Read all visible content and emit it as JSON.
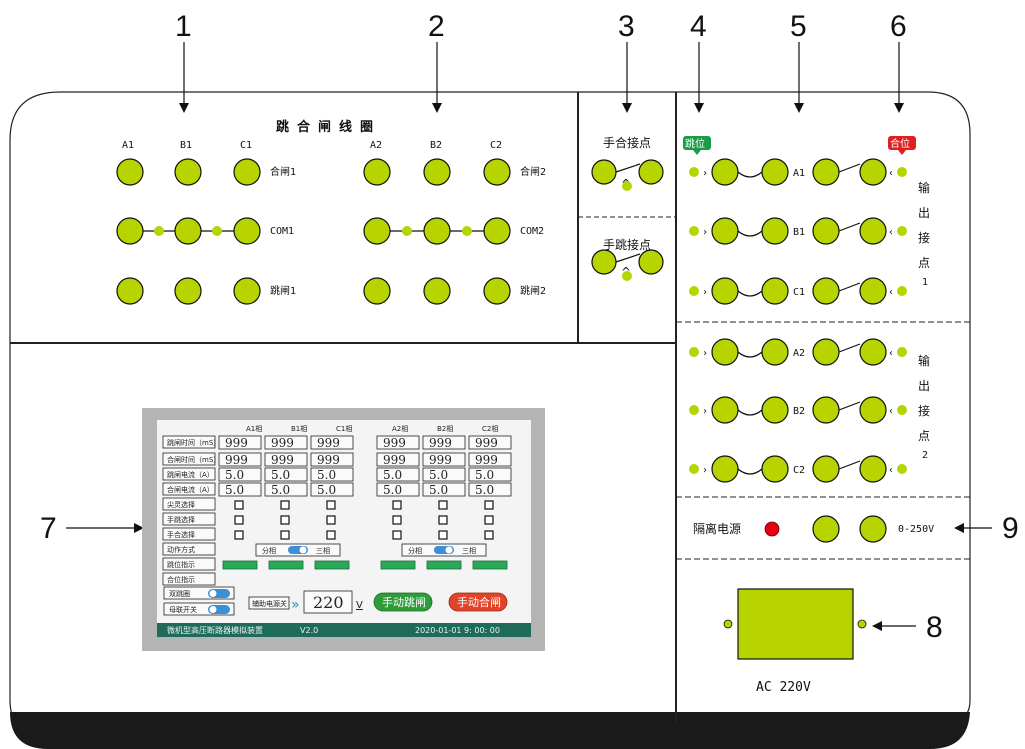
{
  "callouts": [
    "1",
    "2",
    "3",
    "4",
    "5",
    "6",
    "7",
    "8",
    "9"
  ],
  "coil_panel": {
    "title": "跳合闸线圈",
    "group1": {
      "cols": [
        "A1",
        "B1",
        "C1"
      ],
      "rows": [
        "合闸1",
        "COM1",
        "跳闸1"
      ]
    },
    "group2": {
      "cols": [
        "A2",
        "B2",
        "C2"
      ],
      "rows": [
        "合闸2",
        "COM2",
        "跳闸2"
      ]
    }
  },
  "manual_panel": {
    "close_label": "手合接点",
    "trip_label": "手跳接点"
  },
  "output_panel": {
    "trip_badge": "跳位",
    "close_badge": "合位",
    "rows1": [
      "A1",
      "B1",
      "C1"
    ],
    "rows2": [
      "A2",
      "B2",
      "C2"
    ],
    "side1": [
      "输",
      "出",
      "接",
      "点",
      "1"
    ],
    "side2": [
      "输",
      "出",
      "接",
      "点",
      "2"
    ]
  },
  "power_panel": {
    "isolated_label": "隔离电源",
    "range": "0-250V"
  },
  "ac_panel": {
    "label": "AC 220V"
  },
  "screen": {
    "col_headers": [
      "A1相",
      "B1相",
      "C1相",
      "A2相",
      "B2相",
      "C2相"
    ],
    "row_labels": [
      "跳闸时间（mS）",
      "合闸时间（mS）",
      "跳闸电流（A）",
      "合闸电流（A）",
      "尖灵选择",
      "手跳选择",
      "手合选择",
      "动作方式",
      "跳位指示",
      "合位指示"
    ],
    "values": [
      [
        "999",
        "999",
        "999",
        "999",
        "999",
        "999"
      ],
      [
        "999",
        "999",
        "999",
        "999",
        "999",
        "999"
      ],
      [
        "5.0",
        "5.0",
        "5.0",
        "5.0",
        "5.0",
        "5.0"
      ],
      [
        "5.0",
        "5.0",
        "5.0",
        "5.0",
        "5.0",
        "5.0"
      ]
    ],
    "mode_left": "分相",
    "mode_right": "三相",
    "switch_labels": [
      "双跳圈",
      "母联开关"
    ],
    "aux_label": "辅助电源关",
    "voltage": "220",
    "voltage_unit": "V",
    "btn_trip": "手动跳闸",
    "btn_close": "手动合闸",
    "status_title": "微机型高压断路器模拟装置",
    "version": "V2.0",
    "datetime": "2020-01-01  9: 00: 00"
  },
  "colors": {
    "terminal": "#b7d400",
    "trip_badge": "#1a9b4a",
    "close_badge": "#e02020",
    "red_dot": "#e60012",
    "screen_bg": "#f4f4f4",
    "status_bar": "#1f6b5a"
  }
}
